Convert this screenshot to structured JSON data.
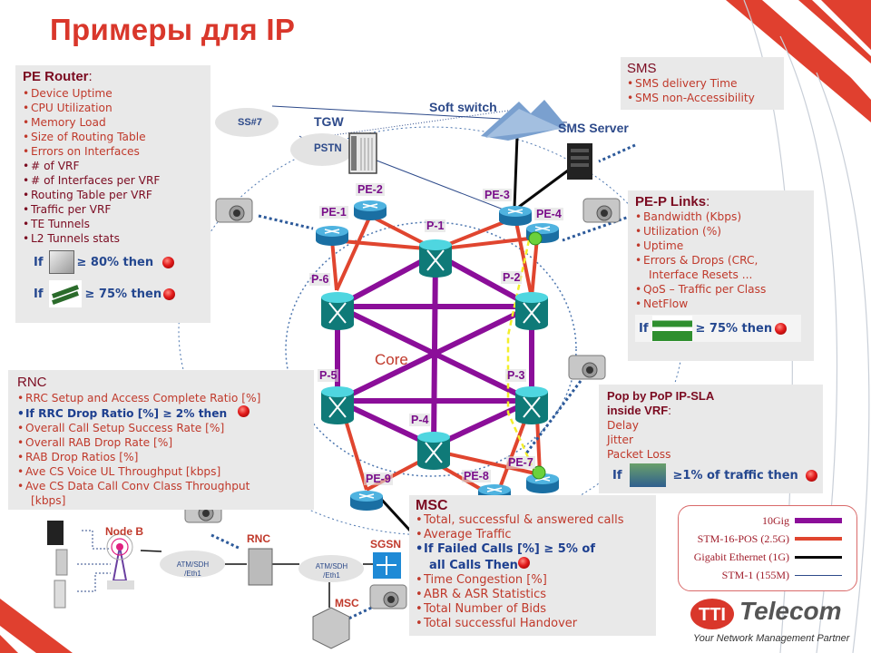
{
  "title": "Примеры для IP",
  "pe_router": {
    "title": "PE Router",
    "title_suffix": ":",
    "items_light": [
      "Device Uptime",
      "CPU Utilization",
      "Memory Load",
      "Size of Routing Table",
      "Errors on Interfaces"
    ],
    "items_dark": [
      "# of VRF",
      "# of Interfaces per VRF",
      "Routing Table per VRF",
      "Traffic per VRF",
      "TE Tunnels",
      "L2 Tunnels stats"
    ],
    "conditions": [
      {
        "prefix": "If",
        "icon": "cpu-chip-icon",
        "text": "≥ 80% then"
      },
      {
        "prefix": "If",
        "icon": "memory-module-icon",
        "text": "≥ 75% then"
      }
    ]
  },
  "rnc": {
    "title": "RNC",
    "items": [
      {
        "text": "RRC Setup and Access Complete Ratio [%]",
        "style": "normal"
      },
      {
        "text": "If RRC Drop Ratio [%] ≥ 2% then",
        "style": "alert"
      },
      {
        "text": "Overall Call Setup Success Rate [%]",
        "style": "normal"
      },
      {
        "text": "Overall RAB Drop Rate [%]",
        "style": "normal"
      },
      {
        "text": "RAB Drop Ratios [%]",
        "style": "normal"
      },
      {
        "text": "Ave CS Voice UL Throughput [kbps]",
        "style": "normal"
      },
      {
        "text": "Ave CS Data Call Conv Class Throughput",
        "style": "normal"
      }
    ],
    "continuation": "[kbps]"
  },
  "sms": {
    "title": "SMS",
    "items": [
      "SMS delivery Time",
      "SMS non-Accessibility"
    ]
  },
  "pe_p_links": {
    "title": "PE-P Links",
    "title_suffix": ":",
    "items": [
      "Bandwidth (Kbps)",
      "Utilization (%)",
      "Uptime",
      "Errors & Drops (CRC,",
      "QoS – Traffic per Class",
      "NetFlow"
    ],
    "continuation": "Interface Resets ...",
    "condition": {
      "prefix": "If",
      "icon": "traffic-graph-icon",
      "text": "≥ 75% then"
    }
  },
  "ip_sla": {
    "title_line1": "Pop by PoP IP-SLA",
    "title_line2": "inside VRF",
    "title_suffix": ":",
    "items": [
      "Delay",
      "Jitter",
      "Packet Loss"
    ],
    "condition": {
      "prefix": "If",
      "icon": "trash-bins-icon",
      "text": "≥1% of traffic then"
    }
  },
  "msc": {
    "title": "MSC",
    "items_before": [
      "Total, successful & answered calls",
      "Average Traffic"
    ],
    "alert_line1": "If Failed Calls [%] ≥ 5% of",
    "alert_line2": "all  Calls Then",
    "items_after": [
      "Time Congestion [%]",
      "ABR & ASR Statistics",
      "Total Number of Bids",
      "Total successful Handover"
    ]
  },
  "network": {
    "core_label": "Core",
    "nodes": {
      "pe1": "PE-1",
      "pe2": "PE-2",
      "pe3": "PE-3",
      "pe4": "PE-4",
      "pe7": "PE-7",
      "pe8": "PE-8",
      "pe9": "PE-9",
      "p1": "P-1",
      "p2": "P-2",
      "p3": "P-3",
      "p4": "P-4",
      "p5": "P-5",
      "p6": "P-6"
    },
    "soft_switch": "Soft switch",
    "sms_server": "SMS Server",
    "tgw": "TGW",
    "ss7": "SS#7",
    "pstn": "PSTN",
    "node_b": "Node B",
    "rnc": "RNC",
    "sgsn": "SGSN",
    "msc": "MSC",
    "atm1_line1": "ATM/SDH",
    "atm1_line2": "/Eth1",
    "atm2_line1": "ATM/SDH",
    "atm2_line2": "/Eth1"
  },
  "legend": {
    "items": [
      {
        "label": "10Gig",
        "color": "#8b0e99"
      },
      {
        "label": "STM-16-POS (2.5G)",
        "color": "#e0452f"
      },
      {
        "label": "Gigabit Ethernet (1G)",
        "color": "#0a0a0a"
      },
      {
        "label": "STM-1 (155M)",
        "color": "#2d4a8a"
      }
    ]
  },
  "brand": {
    "name": "Telecom",
    "tagline": "Your Network Management Partner",
    "color": "#d9372b"
  }
}
